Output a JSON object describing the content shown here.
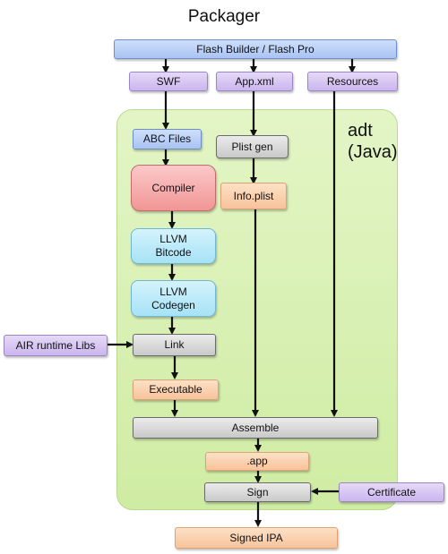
{
  "title": "Packager",
  "adt_label": {
    "line1": "adt",
    "line2": "(Java)"
  },
  "nodes": {
    "flash_builder": "Flash Builder / Flash Pro",
    "swf": "SWF",
    "app_xml": "App.xml",
    "resources": "Resources",
    "abc_files": "ABC Files",
    "plist_gen": "Plist gen",
    "compiler": "Compiler",
    "info_plist": "Info.plist",
    "llvm_bitcode": {
      "line1": "LLVM",
      "line2": "Bitcode"
    },
    "llvm_codegen": {
      "line1": "LLVM",
      "line2": "Codegen"
    },
    "air_runtime_libs": "AIR runtime Libs",
    "link": "Link",
    "executable": "Executable",
    "assemble": "Assemble",
    "app": ".app",
    "sign": "Sign",
    "certificate": "Certificate",
    "signed_ipa": "Signed IPA"
  },
  "colors": {
    "blue": "#a8c3f2",
    "purple": "#cbb5ef",
    "gray": "#c9c9c9",
    "orange": "#f7c39a",
    "red": "#f29595",
    "cyan": "#a6e2f6",
    "adt_region": "#d6efae",
    "arrow": "#111111"
  }
}
